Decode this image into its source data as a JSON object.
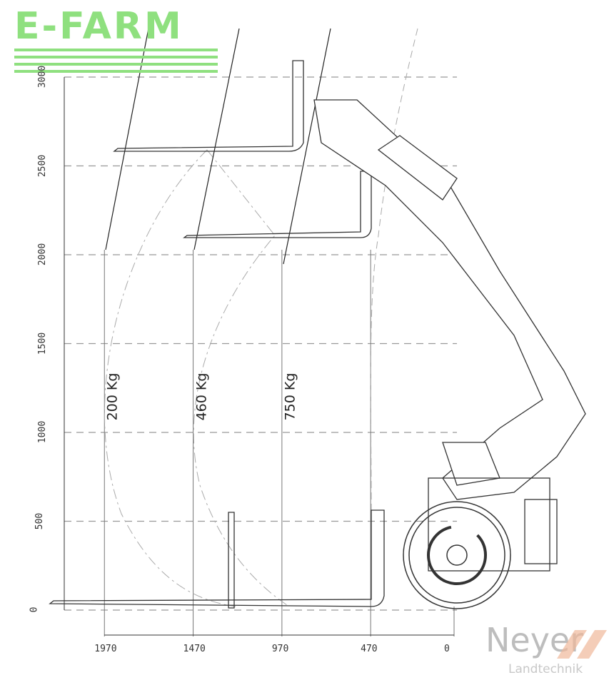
{
  "logo": {
    "text": "E-FARM",
    "color": "#8fe07f"
  },
  "watermark": {
    "name": "Neyer",
    "subtitle": "Landtechnik",
    "accent": "#f0b89a"
  },
  "y_axis": {
    "ticks": [
      "0",
      "500",
      "1000",
      "1500",
      "2000",
      "2500",
      "3000"
    ],
    "values": [
      0,
      500,
      1000,
      1500,
      2000,
      2500,
      3000
    ]
  },
  "x_axis": {
    "ticks": [
      "1970",
      "1470",
      "970",
      "470",
      "0"
    ],
    "values": [
      1970,
      1470,
      970,
      470,
      0
    ]
  },
  "loads": [
    {
      "label": "200 Kg",
      "reach": 1970
    },
    {
      "label": "460 Kg",
      "reach": 1470
    },
    {
      "label": "750 Kg",
      "reach": 970
    }
  ]
}
